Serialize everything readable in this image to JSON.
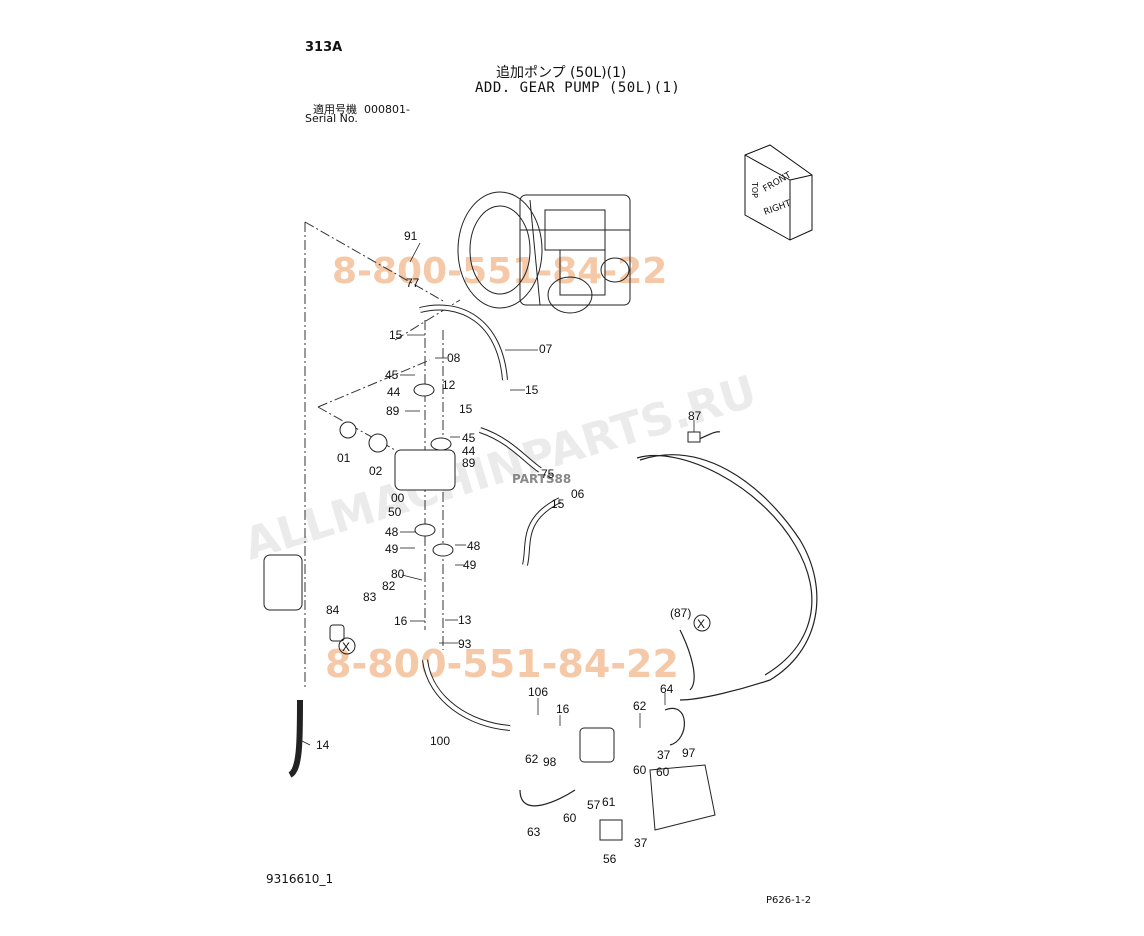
{
  "header": {
    "page_code": "313A",
    "title_jp": "追加ポンプ (50L)(1)",
    "title_en": "ADD. GEAR PUMP (50L)(1)",
    "serial_label_jp": "適用号機",
    "serial_value": "000801-",
    "serial_label_en": "Serial No."
  },
  "footer": {
    "doc_number": "9316610_1",
    "sheet_ref": "P626-1-2"
  },
  "orientation": {
    "top": "TOP",
    "front": "FRONT",
    "right": "RIGHT"
  },
  "watermarks": {
    "phone_top": "8-800-551-84-22",
    "phone_bottom": "8-800-551-84-22",
    "site": "ALLMACHINPARTS.RU",
    "logo_line": "PARTS88"
  },
  "callouts": {
    "c91": "91",
    "c77": "77",
    "c15a": "15",
    "c08": "08",
    "c07": "07",
    "c45a": "45",
    "c44a": "44",
    "c12": "12",
    "c15b": "15",
    "c15c": "15",
    "c89a": "89",
    "c45b": "45",
    "c44b": "44",
    "c89b": "89",
    "c87": "87",
    "c01": "01",
    "c02": "02",
    "c75": "75",
    "c06": "06",
    "c15d": "15",
    "c00": "00",
    "c50": "50",
    "c48a": "48",
    "c48b": "48",
    "c49a": "49",
    "c49b": "49",
    "c80": "80",
    "c82": "82",
    "c83": "83",
    "c84": "84",
    "c16a": "16",
    "c13": "13",
    "c93": "93",
    "c87p": "(87)",
    "c64": "64",
    "c106": "106",
    "c16b": "16",
    "c62a": "62",
    "c62b": "62",
    "c98": "98",
    "c37a": "37",
    "c97": "97",
    "c60a": "60",
    "c60b": "60",
    "c57": "57",
    "c61": "61",
    "c63": "63",
    "c56": "56",
    "c37b": "37",
    "c100": "100",
    "c14": "14",
    "cx1": "X",
    "cx2": "X"
  }
}
